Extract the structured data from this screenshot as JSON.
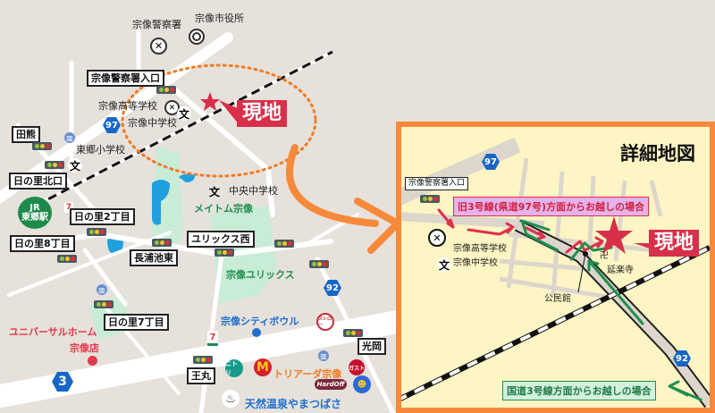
{
  "colors": {
    "background": "#e6e1db",
    "road": "#ffffff",
    "accent_orange": "#f7893a",
    "genchi_red": "#d8304a",
    "detail_bg": "#fdf5c4",
    "park": "#c8ecd6",
    "water": "#1ea0dc",
    "route_sign": "#1767c6"
  },
  "overview": {
    "police_station": "宗像警察署",
    "city_hall": "宗像市役所",
    "intersections": {
      "police_entrance": "宗像警察署入口",
      "takuma": "田熊",
      "hinosato_kitaguchi": "日の里北口",
      "hinosato_2": "日の里2丁目",
      "hinosato_8": "日の里8丁目",
      "nagauraike_higashi": "長浦池東",
      "yurix_nishi": "ユリックス西",
      "hinosato_7": "日の里7丁目",
      "omaru": "王丸",
      "mitsuoka": "光岡"
    },
    "schools": {
      "high_school": "宗像高等学校",
      "junior_high": "宗像中学校",
      "togo_elementary": "東郷小学校",
      "chuo_junior_high": "中央中学校"
    },
    "station": {
      "line": "JR",
      "name": "東郷駅"
    },
    "places": {
      "meitom": "メイトム宗像",
      "yurix": "宗像ユリックス",
      "city_bowl": "宗像シティボウル",
      "universal_home_1": "ユニバーサルホーム",
      "universal_home_2": "宗像店",
      "triarda": "トリアーダ宗像",
      "onsen": "天然温泉やまつばさ",
      "nitori": "ニトリ",
      "gusto": "ガスト",
      "sushiro": "スシロー",
      "mcdonalds": "M",
      "seven_eleven": "7",
      "hardoff": "HardOff"
    },
    "routes": {
      "r97": "97",
      "r92": "92",
      "r3": "3"
    },
    "genchi": "現地",
    "icons": [
      "police-icon",
      "city-hall-icon",
      "traffic-signal-icon",
      "school-icon",
      "star-icon",
      "bank-icon",
      "hot-spring-icon"
    ]
  },
  "detail": {
    "title": "詳細地図",
    "intersection": "宗像警察署入口",
    "route97": "97",
    "route92": "92",
    "high_school": "宗像高等学校",
    "junior_high": "宗像中学校",
    "temple_symbol": "卍",
    "temple": "延楽寺",
    "community_hall": "公民館",
    "genchi": "現地",
    "from_old_route3": "旧3号線(県道97号)方面からお越しの場合",
    "from_route3": "国道3号線方面からお越しの場合"
  }
}
